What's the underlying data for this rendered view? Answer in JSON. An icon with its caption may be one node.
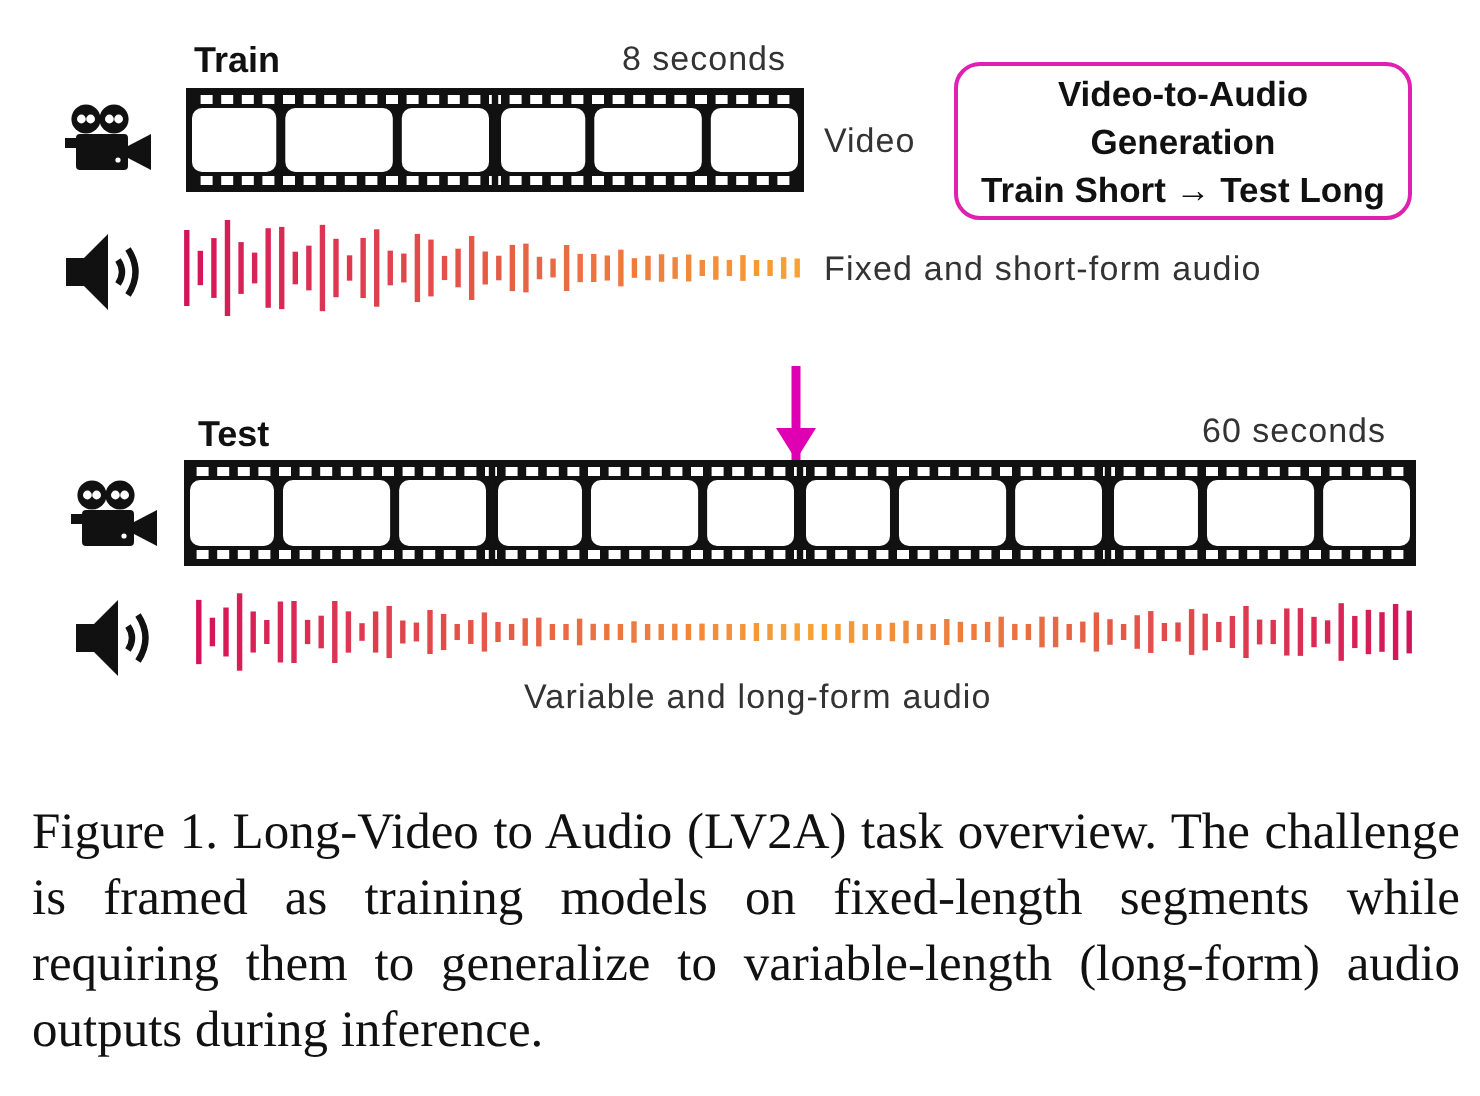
{
  "diagram": {
    "caption": "Figure 1. Long-Video to Audio (LV2A) task overview. The challenge is framed as training models on fixed-length segments while requiring them to generalize to variable-length (long-form) audio outputs during inference.",
    "nodes": [
      {
        "text": [
          "Train"
        ],
        "beside": [
          "8 seconds",
          "Video"
        ]
      },
      {
        "text": [
          "Video-to-Audio Generation",
          "Train Short → Test Long"
        ]
      },
      {
        "text": [
          "Test"
        ],
        "beside": [
          "60 seconds"
        ]
      }
    ],
    "edges": [
      {
        "from": null,
        "to": 2,
        "arrow": "to",
        "color": "#e000b4"
      }
    ],
    "labels": [
      "Fixed and short-form audio",
      "Variable and long-form audio"
    ]
  }
}
